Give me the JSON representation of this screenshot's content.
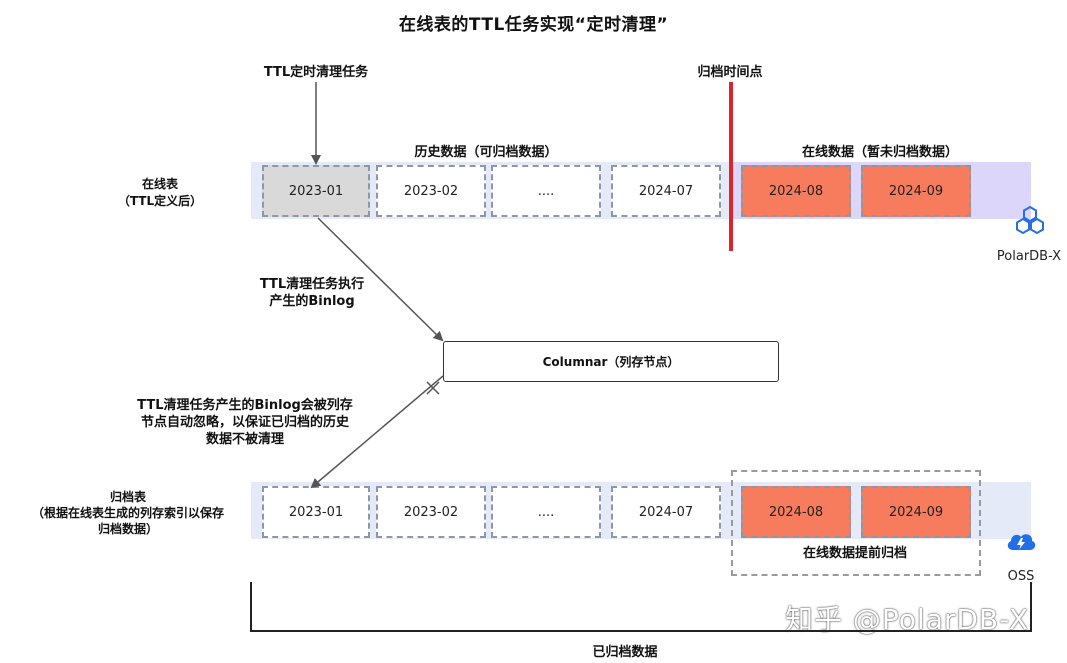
{
  "title": "在线表的TTL任务实现“定时清理”",
  "labels": {
    "ttl_job": "TTL定时清理任务",
    "archive_point": "归档时间点",
    "history_data": "历史数据（可归档数据）",
    "online_data": "在线数据（暂未归档数据）",
    "online_table_line1": "在线表",
    "online_table_line2": "（TTL定义后）",
    "binlog_line1": "TTL清理任务执行",
    "binlog_line2": "产生的Binlog",
    "ignore_line1": "TTL清理任务产生的Binlog会被列存",
    "ignore_line2": "节点自动忽略，以保证已归档的历史",
    "ignore_line3": "数据不被清理",
    "archive_table_line1": "归档表",
    "archive_table_line2": "（根据在线表生成的列存索引以保存",
    "archive_table_line3": "归档数据）",
    "early_archive": "在线数据提前归档",
    "archived_data": "已归档数据",
    "columnar": "Columnar（列存节点）",
    "polardb": "PolarDB-X",
    "oss": "OSS",
    "watermark": "知乎 @PolarDB-X"
  },
  "online_row": [
    "2023-01",
    "2023-02",
    "....",
    "2024-07",
    "2024-08",
    "2024-09"
  ],
  "archive_row": [
    "2023-01",
    "2023-02",
    "....",
    "2024-07",
    "2024-08",
    "2024-09"
  ],
  "colors": {
    "band": "#e5eaf8",
    "band_online": "#dcd6fb",
    "expired_cell": "#d9d9d9",
    "recent_cell": "#f77c5e",
    "archive_line": "#d9252b",
    "polardb_icon": "#2a6fe0",
    "oss_icon": "#1f6fe8"
  },
  "icons": {
    "polardb": "polardb-x-logo-icon",
    "oss": "oss-cloud-icon"
  }
}
